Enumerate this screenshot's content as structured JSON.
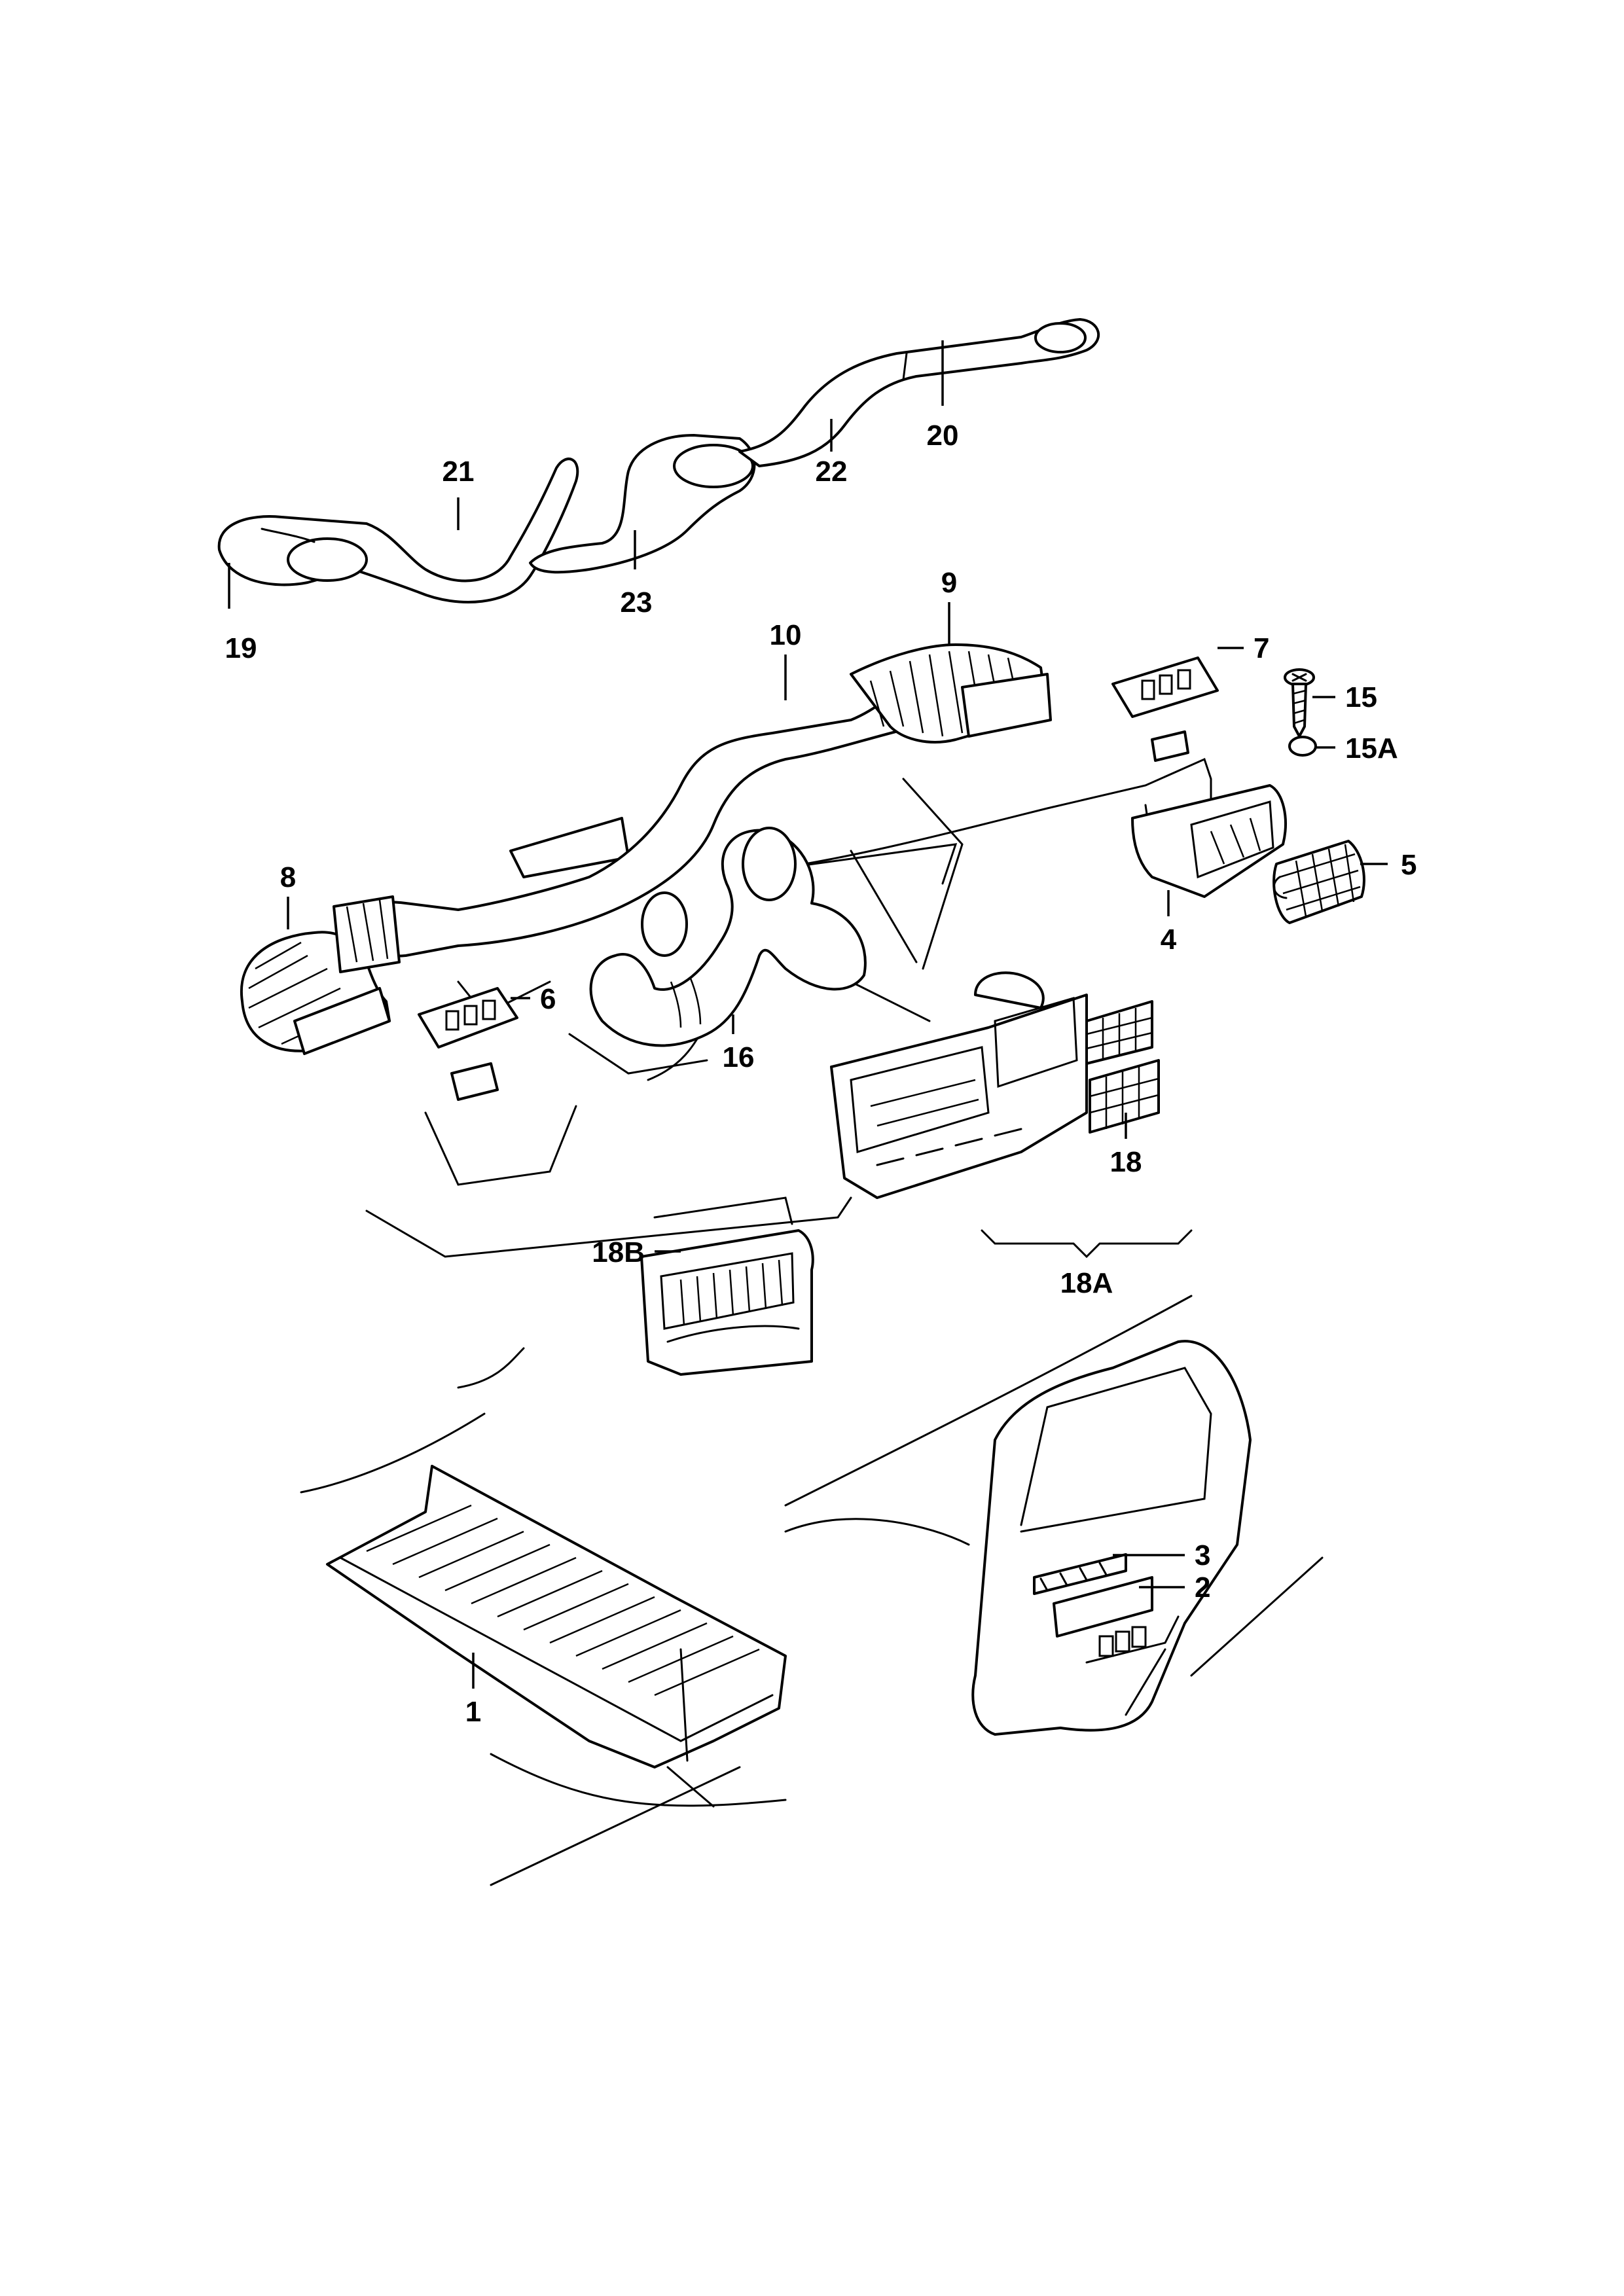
{
  "diagram": {
    "callouts": {
      "c1": "1",
      "c2": "2",
      "c3": "3",
      "c4": "4",
      "c5": "5",
      "c6": "6",
      "c7": "7",
      "c8": "8",
      "c9": "9",
      "c10": "10",
      "c15": "15",
      "c15a": "15A",
      "c16": "16",
      "c18": "18",
      "c18a": "18A",
      "c18b": "18B",
      "c19": "19",
      "c20": "20",
      "c21": "21",
      "c22": "22",
      "c23": "23"
    },
    "colors": {
      "line": "#000000",
      "background": "#ffffff"
    }
  }
}
